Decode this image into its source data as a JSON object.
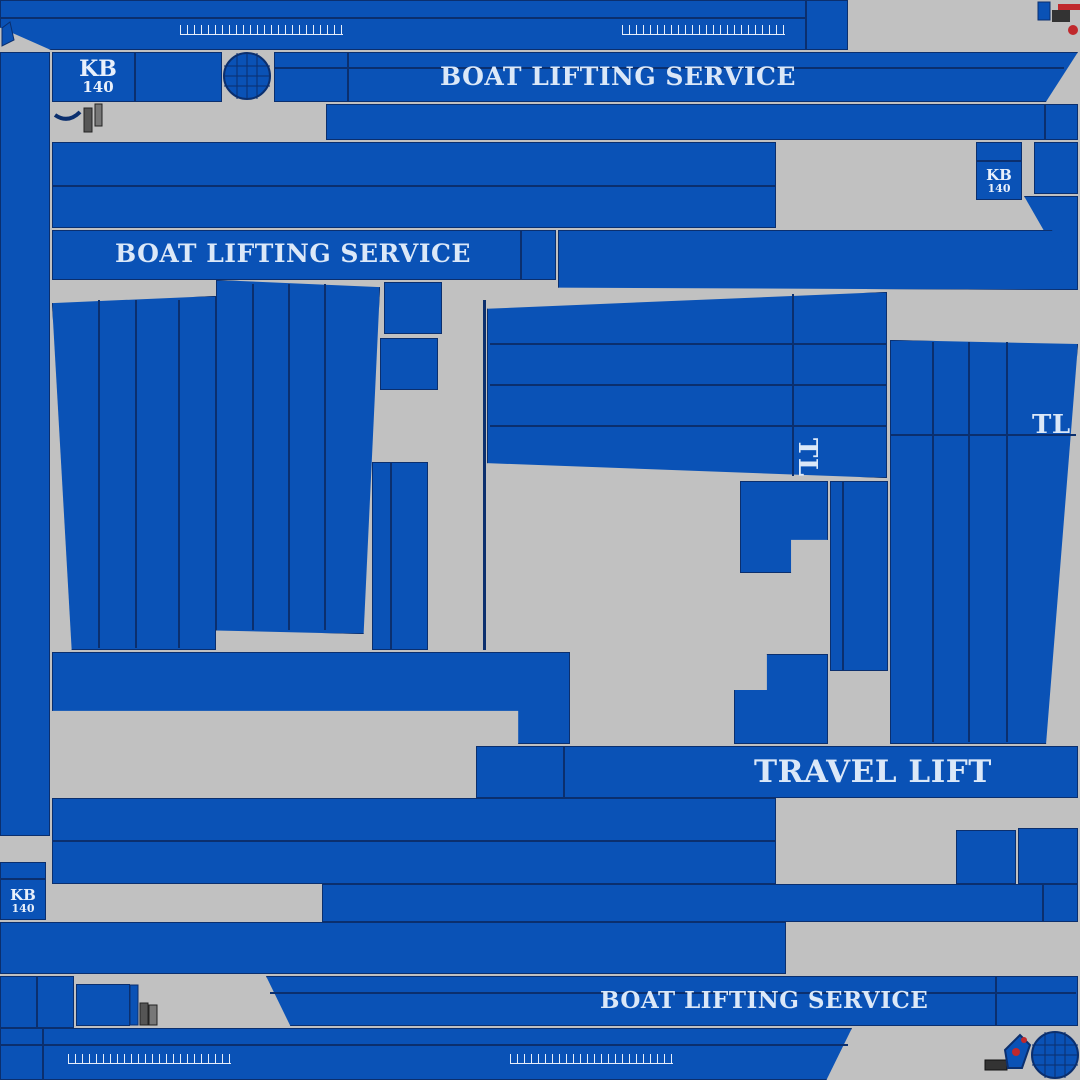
{
  "labels": {
    "service_top": "BOAT LIFTING SERVICE",
    "service_mid": "BOAT LIFTING SERVICE",
    "service_bottom": "BOAT LIFTING SERVICE",
    "travel_lift": "TRAVEL LIFT",
    "tl_1": "TL",
    "tl_2": "TL",
    "kb_1_line1": "KB",
    "kb_1_line2": "140",
    "kb_2_line1": "KB",
    "kb_2_line2": "140",
    "kb_3_line1": "KB",
    "kb_3_line2": "140"
  },
  "colors": {
    "background": "#c1c1c1",
    "panel": "#0a52b6",
    "edge": "#0b2f6e",
    "text": "#dbe8f8",
    "accent_red": "#c0282c"
  },
  "icons": [
    "grid-sphere-icon",
    "tick-strip-icon",
    "bolt-cluster-icon"
  ]
}
